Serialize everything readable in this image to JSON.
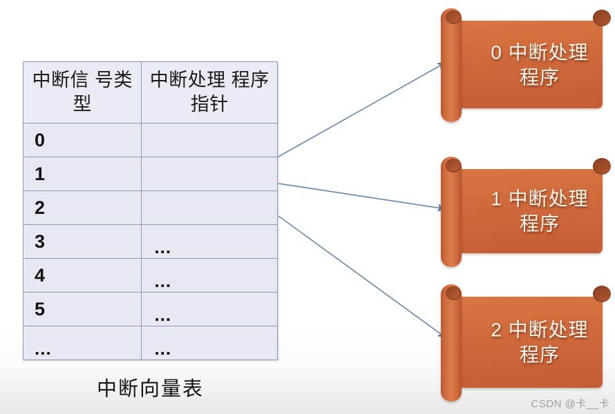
{
  "diagram": {
    "caption": "中断向量表",
    "watermark": "CSDN @卡__卡"
  },
  "table": {
    "headers": {
      "signal_type": "中断信\n号类型",
      "handler_pointer": "中断处理\n程序指针"
    },
    "rows": [
      {
        "type": "0",
        "pointer": ""
      },
      {
        "type": "1",
        "pointer": ""
      },
      {
        "type": "2",
        "pointer": ""
      },
      {
        "type": "3",
        "pointer": "..."
      },
      {
        "type": "4",
        "pointer": "..."
      },
      {
        "type": "5",
        "pointer": "..."
      },
      {
        "type": "...",
        "pointer": "..."
      }
    ]
  },
  "handlers": [
    {
      "label": "0 中断处理\n程序"
    },
    {
      "label": "1 中断处理\n程序"
    },
    {
      "label": "2 中断处理\n程序"
    }
  ],
  "colors": {
    "scroll_fill": "#cf6a3c",
    "scroll_roll": "#b85a32",
    "scroll_curl": "#8a4122",
    "table_cell": "#e6e9f2",
    "table_border": "#8e98b4",
    "arrow": "#5b7ea8",
    "text_dark": "#141414",
    "scroll_text": "#fdf4ea"
  }
}
